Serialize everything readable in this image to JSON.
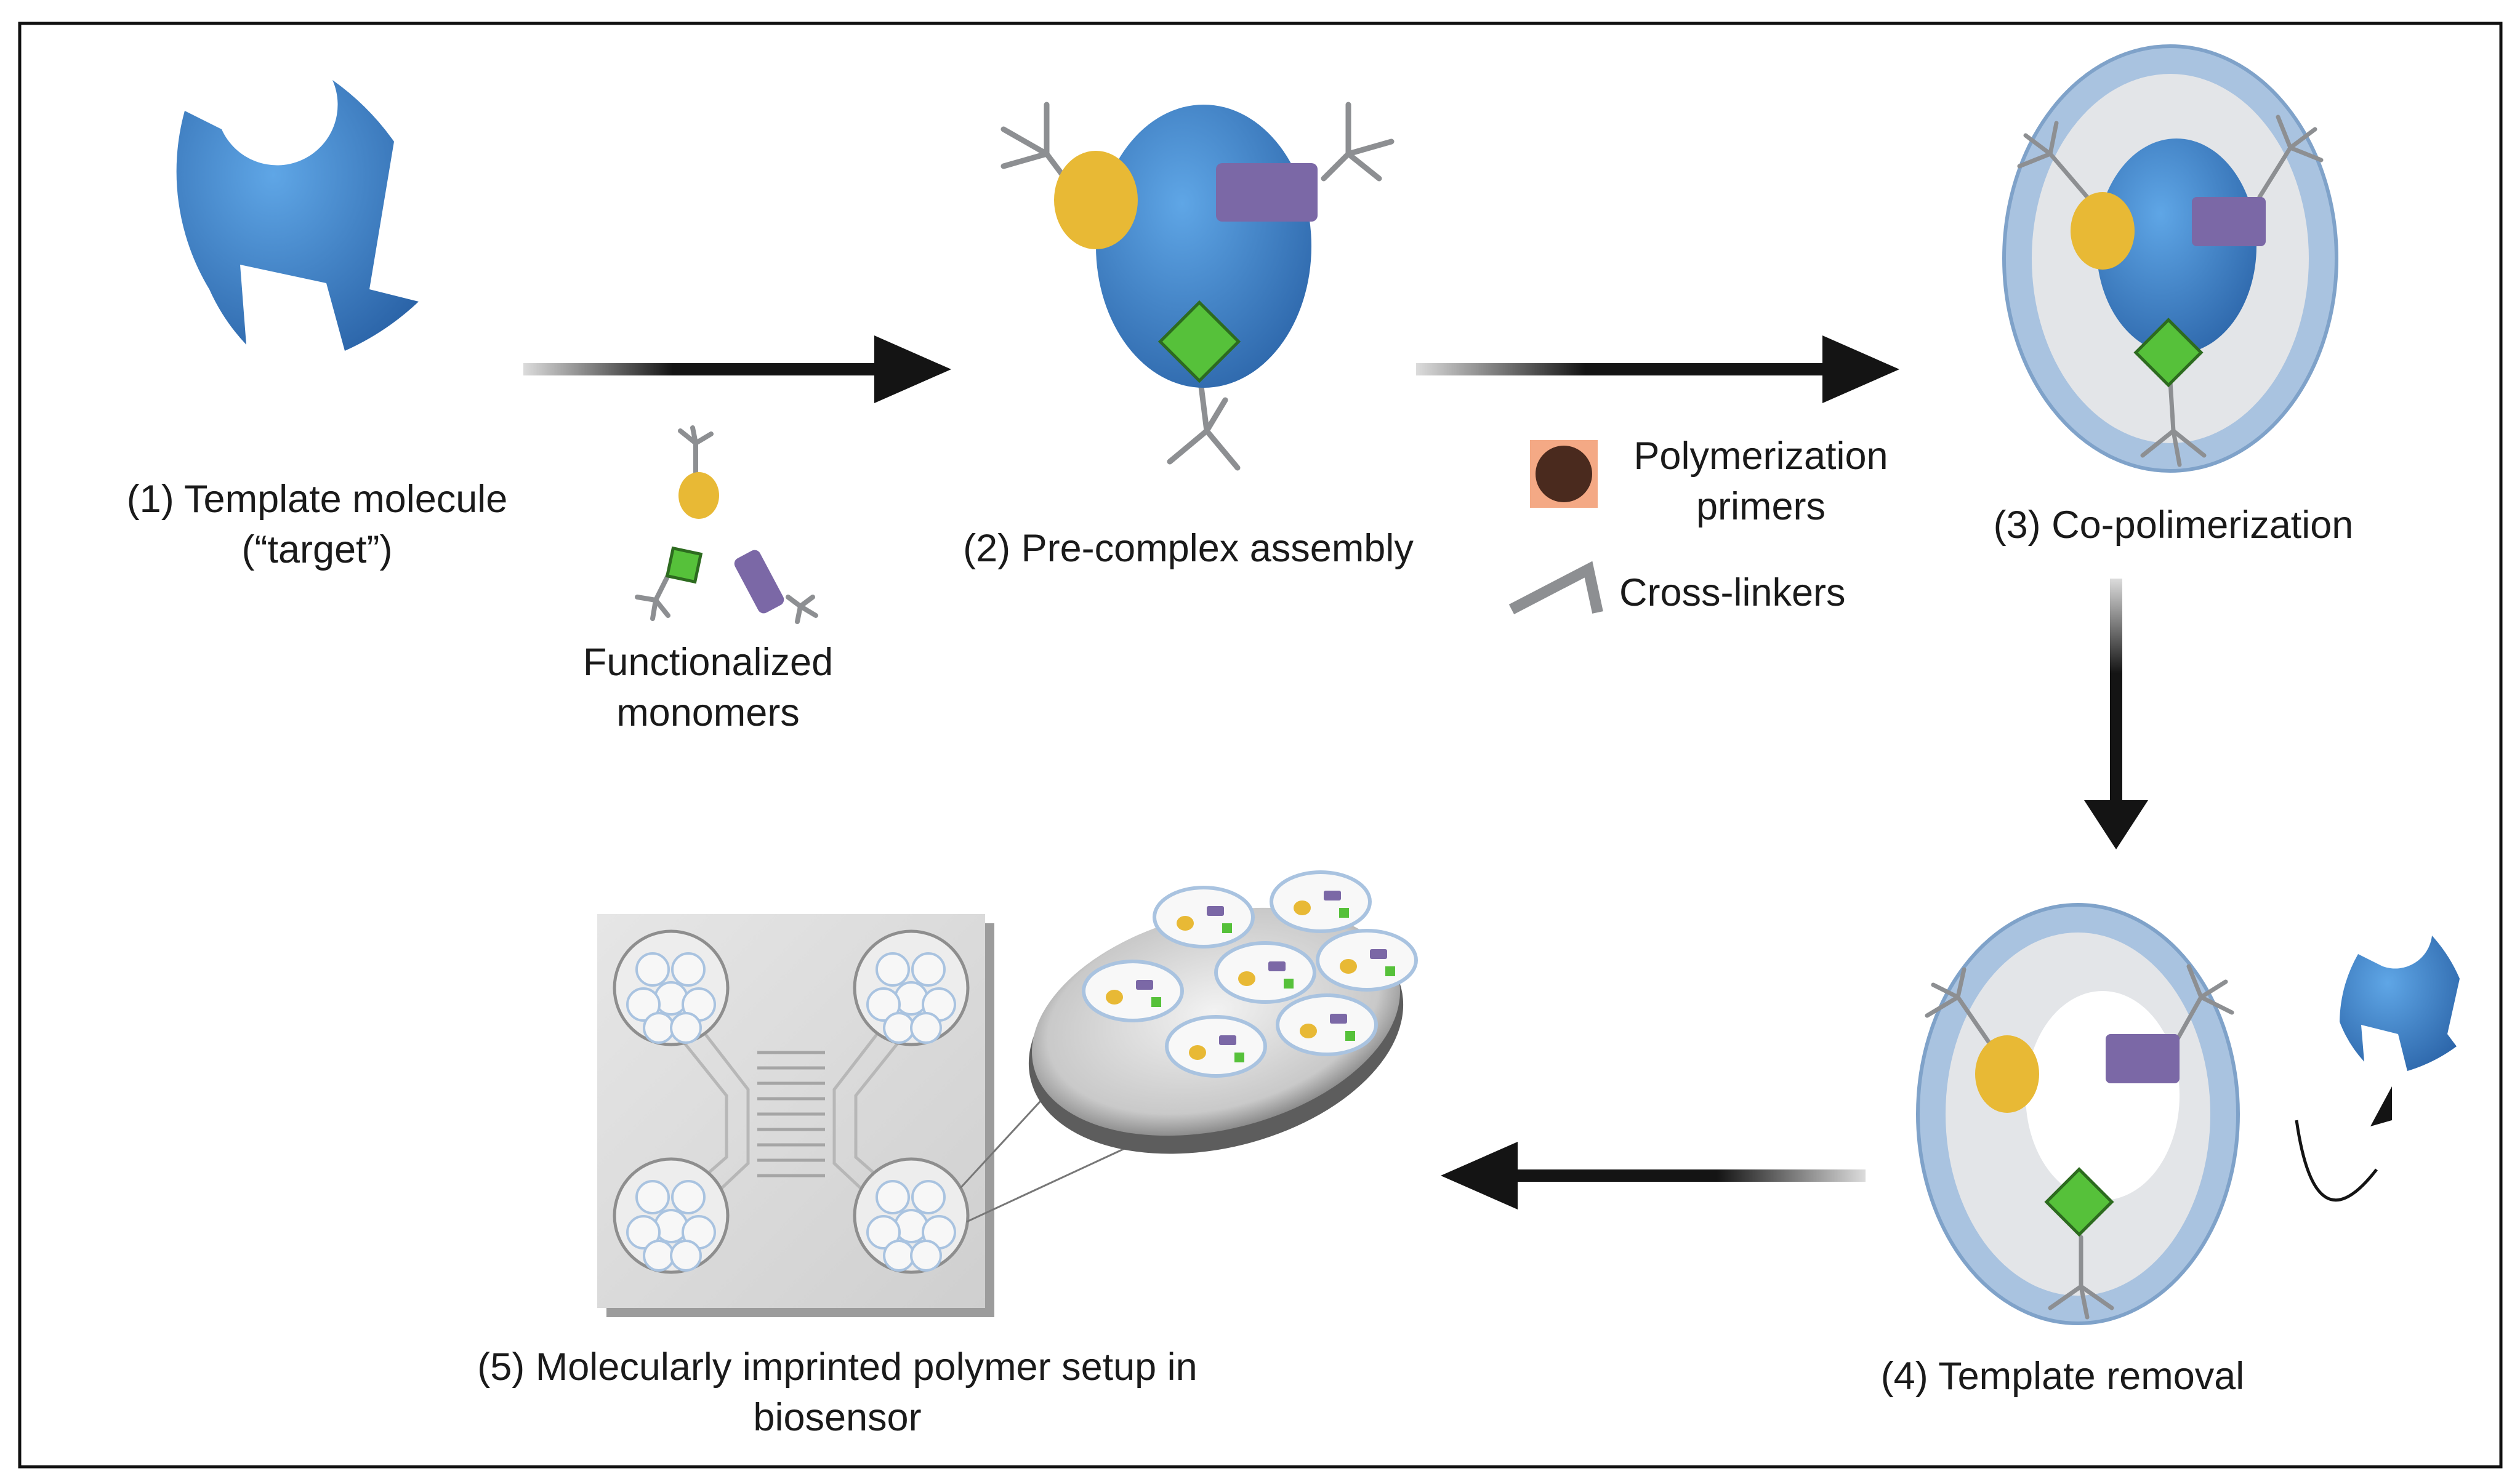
{
  "steps": {
    "template": {
      "line1": "(1) Template molecule",
      "line2": "(“target”)"
    },
    "precomplex": {
      "label": "(2) Pre-complex assembly"
    },
    "copolymerization": {
      "label": "(3) Co-polimerization"
    },
    "removal": {
      "label": "(4) Template removal"
    },
    "setup": {
      "line1": "(5) Molecularly imprinted polymer setup in",
      "line2": "biosensor"
    }
  },
  "inputs": {
    "monomers": {
      "line1": "Functionalized",
      "line2": "monomers"
    },
    "primers": {
      "line1": "Polymerization",
      "line2": "primers"
    },
    "crosslinkers": {
      "label": "Cross-linkers"
    }
  },
  "colors": {
    "template_blue": "#3d7fc4",
    "monomer_yellow": "#e8b935",
    "monomer_purple": "#7b68a6",
    "monomer_green": "#56c13a",
    "polymer_shell": "#a9c3e0",
    "polymer_fill": "#e3e5e8",
    "arrow": "#141414",
    "crosslinker_gray": "#8d8f92",
    "primer_bg": "#f4a985",
    "primer_dot": "#4a2a1e"
  }
}
